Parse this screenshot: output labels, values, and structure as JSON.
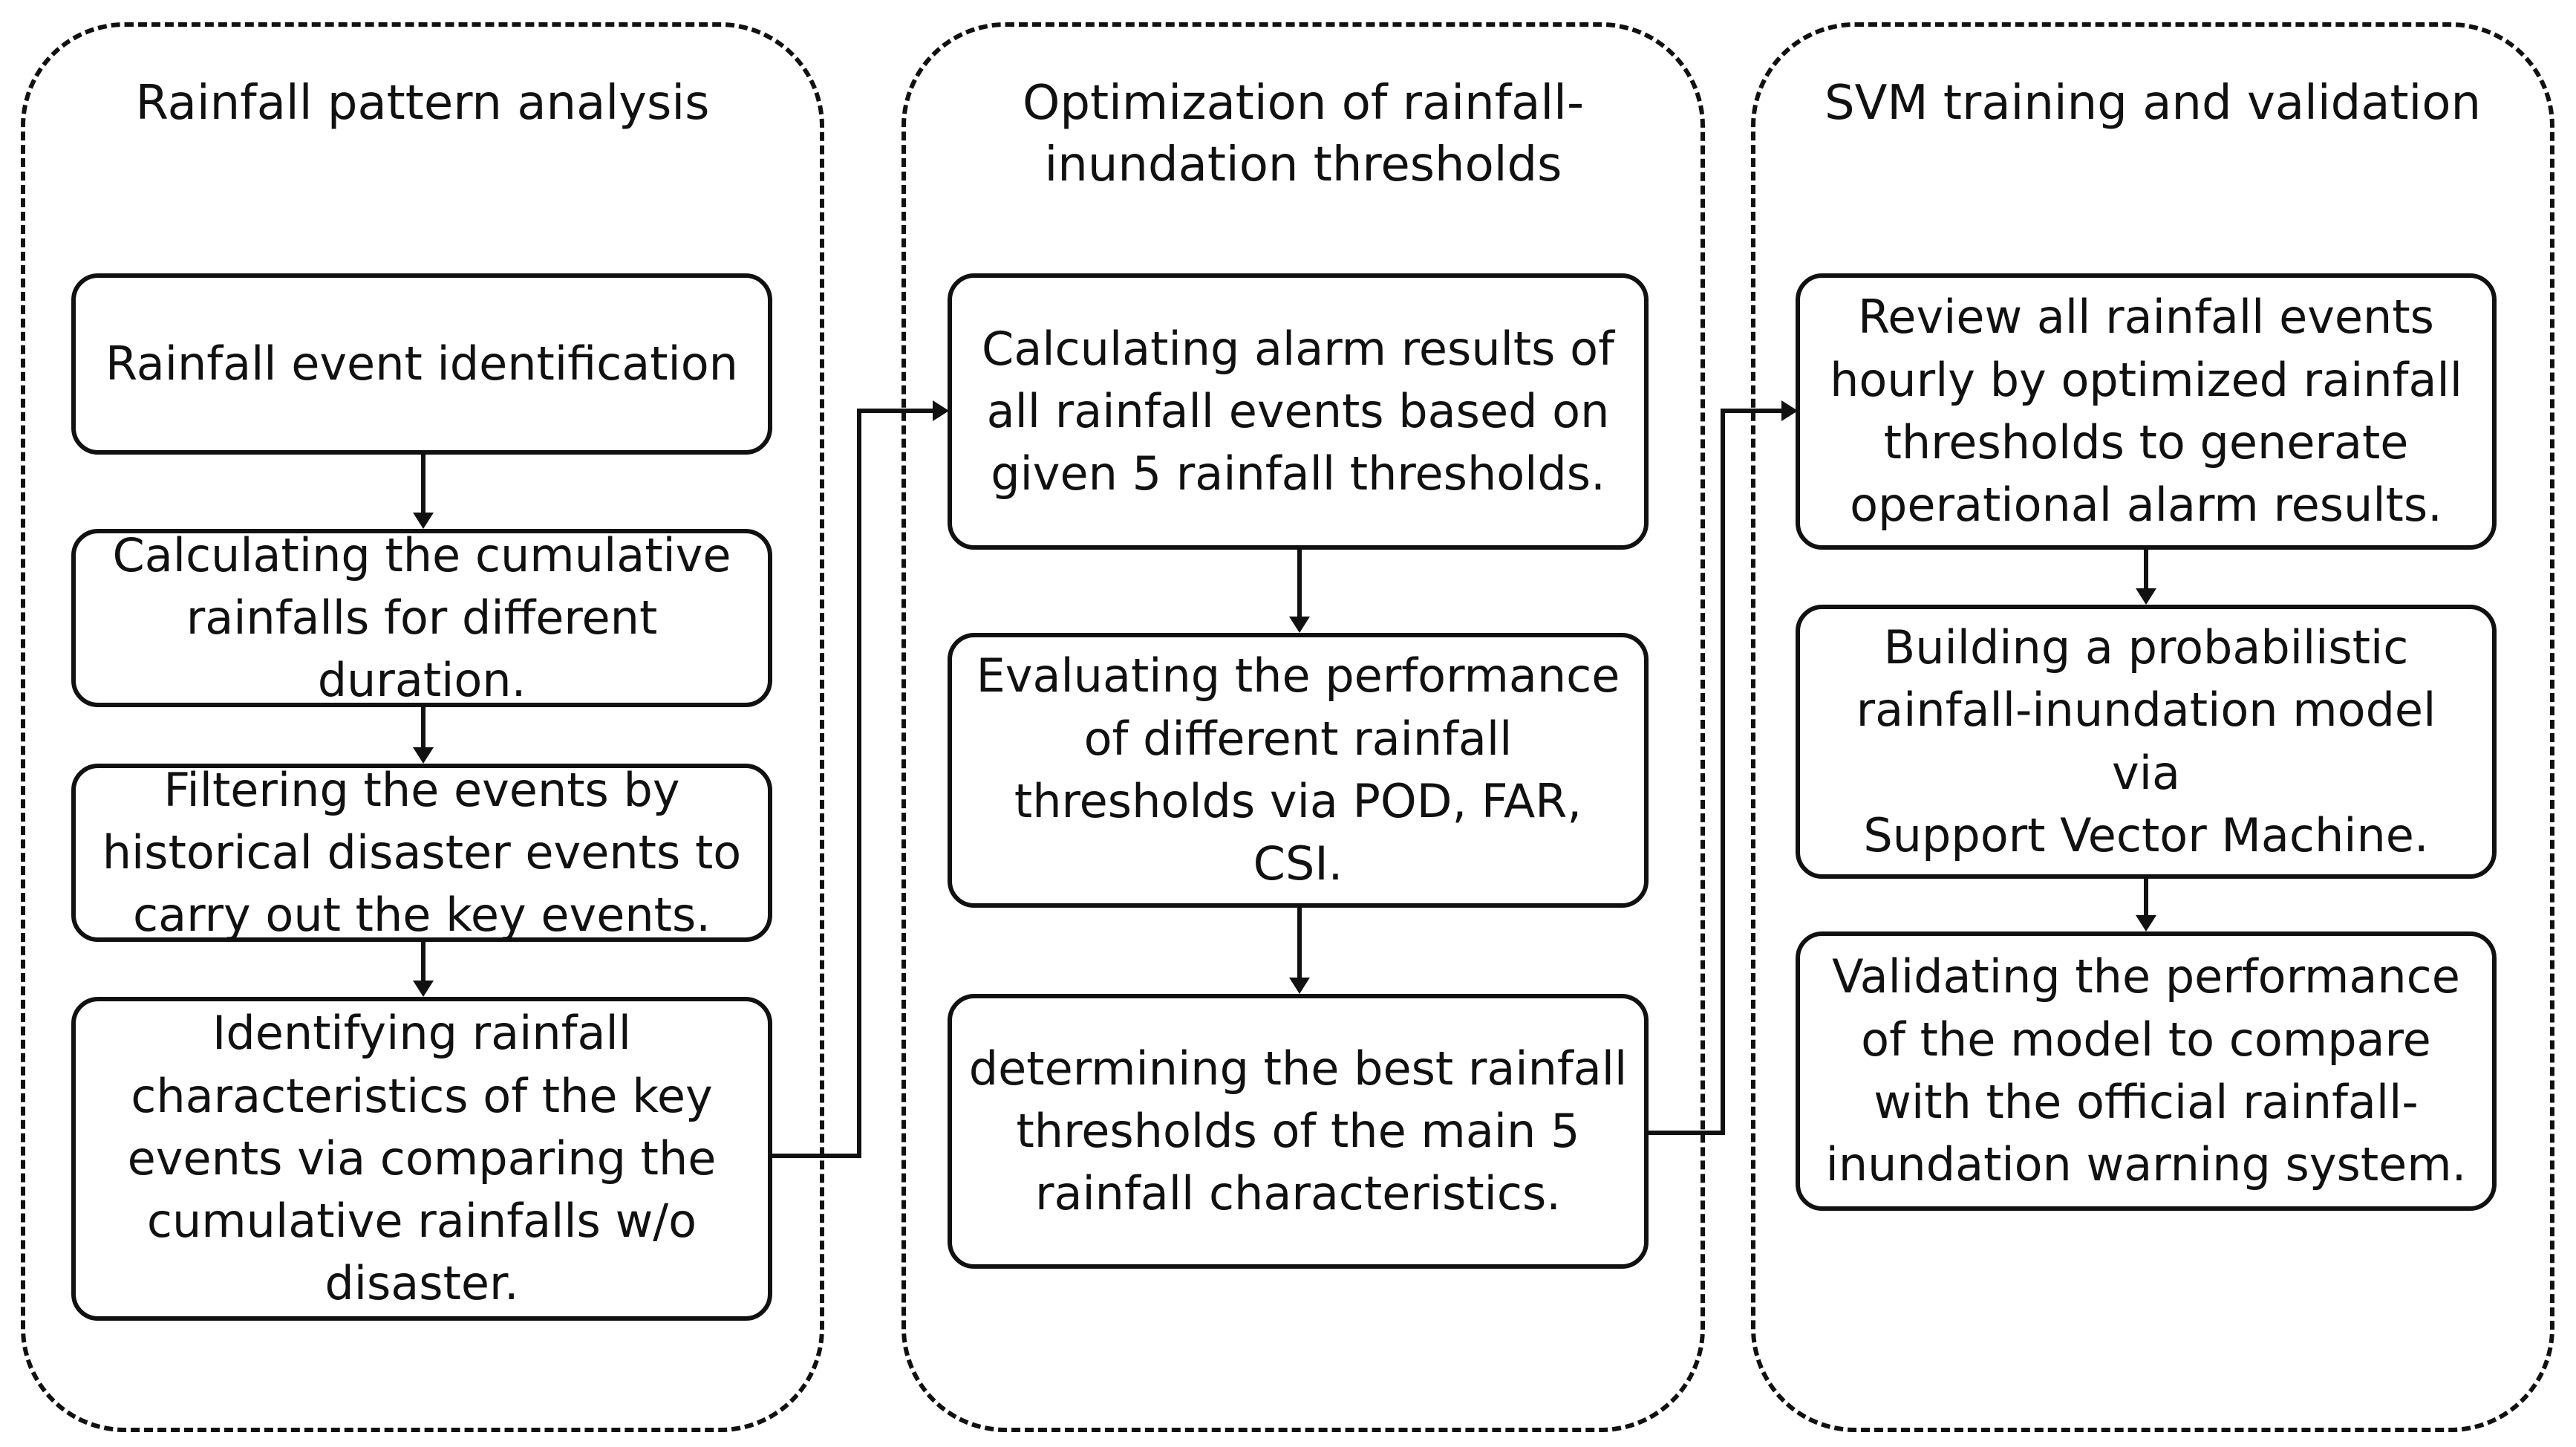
{
  "colors": {
    "stroke": "#111111",
    "background": "#ffffff",
    "text": "#111111"
  },
  "groups": [
    {
      "title": "Rainfall pattern analysis",
      "steps": [
        "Rainfall event identification",
        "Calculating the cumulative\nrainfalls for different duration.",
        "Filtering the events by\nhistorical disaster events to\ncarry out the key events.",
        "Identifying rainfall\ncharacteristics of the key\nevents via comparing the\ncumulative rainfalls w/o\ndisaster."
      ]
    },
    {
      "title": "Optimization of rainfall-\ninundation thresholds",
      "steps": [
        "Calculating alarm results of\nall rainfall events based on\ngiven 5 rainfall thresholds.",
        "Evaluating the performance\nof different rainfall\nthresholds via POD, FAR, CSI.",
        "determining the best rainfall\nthresholds of the main 5\nrainfall characteristics."
      ]
    },
    {
      "title": "SVM training and validation",
      "steps": [
        "Review all rainfall events\nhourly by optimized rainfall\nthresholds to generate\noperational alarm results.",
        "Building a probabilistic\nrainfall-inundation model via\nSupport Vector Machine.",
        "Validating the performance\nof the model to compare\nwith the official rainfall-\ninundation warning system."
      ]
    }
  ]
}
